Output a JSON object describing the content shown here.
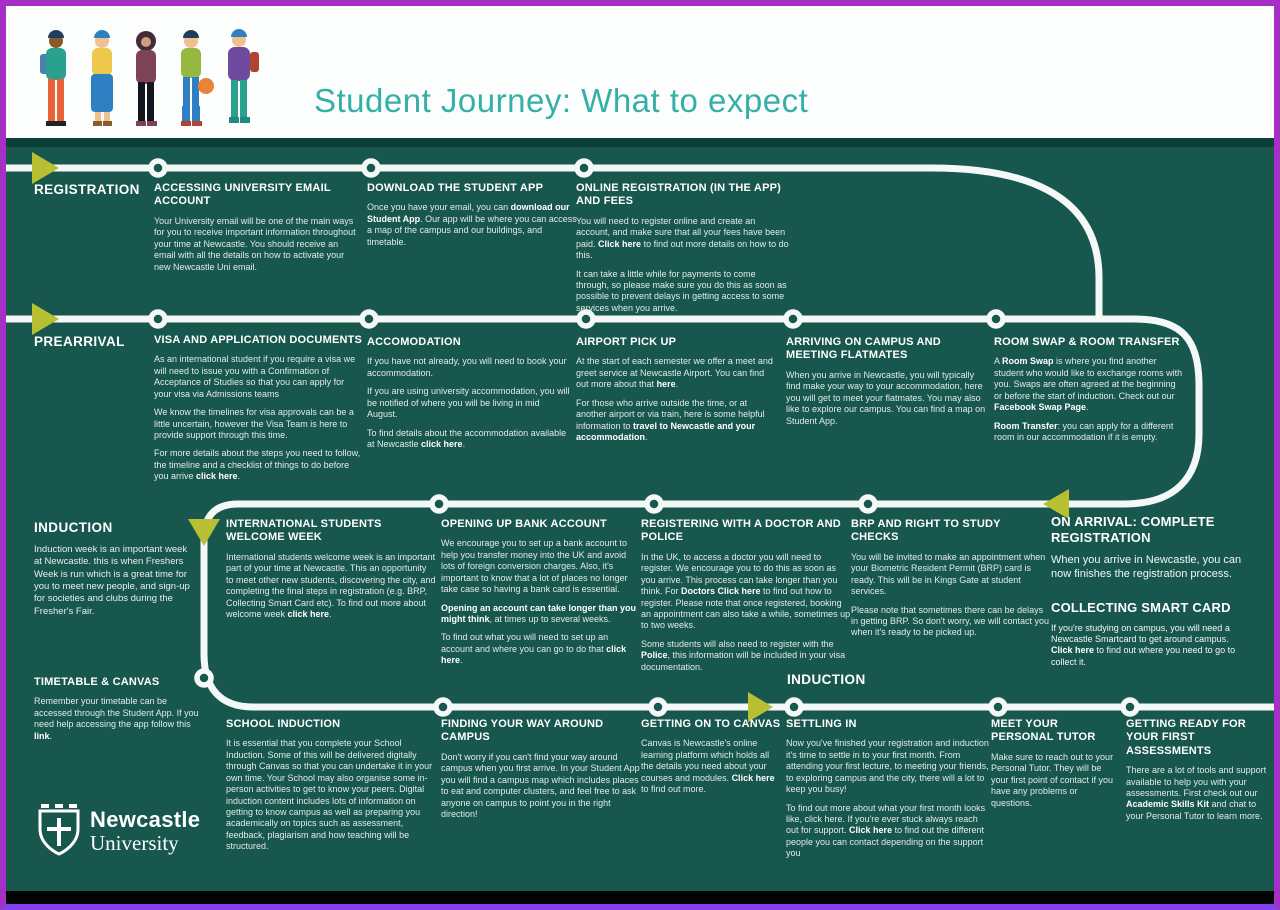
{
  "header": {
    "title": "Student Journey: What to expect"
  },
  "logo": {
    "line1": "Newcastle",
    "line2": "University"
  },
  "colors": {
    "background_teal": "#18574e",
    "title_teal": "#35b0a6",
    "path_white": "#f4f8f7",
    "arrow_yellow": "#b9bf33",
    "border_purple": "#a62fc6",
    "header_white": "#fcfdfd"
  },
  "stages": {
    "registration": {
      "label": "REGISTRATION"
    },
    "prearrival": {
      "label": "PREARRIVAL"
    },
    "induction": {
      "label": "INDUCTION",
      "body": "Induction week is an important week at Newcastle. this is when Freshers Week is run which is a great time for you to meet new people, and sign-up for societies and clubs during the Fresher's Fair."
    },
    "induction2": {
      "label": "INDUCTION"
    }
  },
  "sections": {
    "email": {
      "title": "ACCESSING UNIVERSITY EMAIL ACCOUNT",
      "p1": "Your University email will be one of the main ways for you to receive important information throughout your time at Newcastle. You should receive an email with all the details on how to activate your new Newcastle Uni email."
    },
    "app": {
      "title": "DOWNLOAD THE STUDENT APP",
      "p1": "Once you have your email, you can **download our Student App**. Our app will be where you can access a map of the campus and our buildings, and timetable."
    },
    "online_reg": {
      "title": "ONLINE REGISTRATION (IN THE APP) AND FEES",
      "p1": "You will need to register online and create an account, and make sure that all your fees have been paid. **Click here** to find out more details on how to do this.",
      "p2": "It can take a little while for payments to come through, so please make sure you do this as soon as possible to prevent delays in getting access to some services when you arrive."
    },
    "visa": {
      "title": "VISA AND APPLICATION DOCUMENTS",
      "p1": "As an international student if you require a visa we will need to issue you with a Confirmation of Acceptance of Studies so that you can apply for your visa via Admissions teams",
      "p2": "We know the timelines for visa approvals can be a little uncertain, however the Visa Team is here to provide support through this time.",
      "p3": "For more details about the steps you need to follow, the timeline and a checklist of things to do before you arrive **click here**."
    },
    "accommodation": {
      "title": "ACCOMODATION",
      "p1": "If you have not already, you will need to book your accommodation.",
      "p2": "If you are using university accommodation, you will be notified of where you will be living in mid August.",
      "p3": "To find details about the accommodation available at Newcastle **click here**."
    },
    "airport": {
      "title": "AIRPORT PICK UP",
      "p1": "At the start of each semester we offer a meet and greet service at Newcastle Airport. You can find out more about that **here**.",
      "p2": "For those who arrive outside the time, or at another airport or via train,  here is some helpful information to **travel to Newcastle and your accommodation**."
    },
    "arriving": {
      "title": "ARRIVING ON CAMPUS AND MEETING FLATMATES",
      "p1": "When you arrive in Newcastle, you will typically find make your way to your accommodation, here you will get to meet your flatmates. You may also like to explore our campus. You can find a map on Student App."
    },
    "room_swap": {
      "title": "ROOM SWAP & ROOM TRANSFER",
      "p1": "A **Room Swap** is where you find another student who would like to exchange rooms with you. Swaps are often agreed at the beginning or before the start of induction. Check out our **Facebook Swap Page**.",
      "p2": "**Room Transfer**:  you can apply for a different room in our accommodation if it is empty."
    },
    "intl_welcome": {
      "title": "INTERNATIONAL STUDENTS WELCOME WEEK",
      "p1": "International students welcome week is an important part of your time at Newcastle. This an opportunity to meet other new students, discovering the city, and completing the final steps in registration (e.g. BRP, Collecting Smart Card etc). To find out more about welcome week **click here**."
    },
    "bank": {
      "title": "OPENING UP BANK ACCOUNT",
      "p1": "We encourage you to set up a bank account to help you transfer money into the UK and avoid lots of foreign conversion charges. Also, it's important to know that a lot of places no longer take case so having a bank card is essential.",
      "p2": "**Opening an account can take longer than you might think**, at times up to several weeks.",
      "p3": "To find out what you will need to set up an account and where you can go to do that **click here**."
    },
    "doctor": {
      "title": "REGISTERING WITH A DOCTOR AND POLICE",
      "p1": "In the UK, to access a doctor you will need to register. We encourage you to do this as soon as you arrive. This process can take longer than you think. For **Doctors Click here** to find out how to register. Please note that once registered, booking an appointment can also take a while, sometimes up to two weeks.",
      "p2": "Some students will also need to register with the **Police**, this information will be included in your visa documentation."
    },
    "brp": {
      "title": "BRP AND RIGHT TO STUDY CHECKS",
      "p1": "You will be invited to make an appointment when your Biometric Resident Permit (BRP) card is ready. This will be in Kings Gate at student services.",
      "p2": "Please note that sometimes there can be delays in getting BRP. So don't worry, we will contact you when it's ready to be picked up."
    },
    "on_arrival": {
      "title": "ON ARRIVAL: COMPLETE REGISTRATION",
      "p1": "When you arrive in Newcastle, you can now finishes the registration process."
    },
    "smart_card": {
      "title": "COLLECTING SMART CARD",
      "p1": "If you're studying on campus, you will need a Newcastle Smartcard to get around campus. **Click here** to find out where you need to go to collect it."
    },
    "timetable": {
      "title": "TIMETABLE & CANVAS",
      "p1": "Remember your timetable can be accessed through the Student App. If you need help accessing the app follow this **link**."
    },
    "school": {
      "title": "SCHOOL INDUCTION",
      "p1": "It is essential that you complete your School Induction. Some of this will be delivered digitally through Canvas so that you can undertake it in your own time. Your School may also organise some in-person activities to get to know your peers. Digital induction content includes lots of information on getting to know campus as well as preparing you academically on topics such as assessment, feedback, plagiarism and how teaching will be structured."
    },
    "finding": {
      "title": "FINDING YOUR WAY AROUND CAMPUS",
      "p1": "Don't worry if you can't find your way around campus when you first arrive. In your Student App you will find a campus map which includes places to eat and computer clusters, and feel free to ask anyone on campus to point you in the right direction!"
    },
    "canvas": {
      "title": "GETTING ON TO CANVAS",
      "p1": "Canvas is Newcastle's online learning platform which holds all the details you need about your courses and modules. **Click here** to find out more."
    },
    "settling": {
      "title": "SETTLING IN",
      "p1": "Now you've finished your registration and induction it's time to settle in to your first month. From attending your first lecture, to meeting your friends, to exploring campus and the city, there will a lot to keep you busy!",
      "p2": "To find out more about what your first month looks like, click here. If you're ever stuck always reach out for support. **Click here** to find out the different people you can contact depending on the support you"
    },
    "tutor": {
      "title": "MEET YOUR PERSONAL TUTOR",
      "p1": "Make sure to reach out to your Personal Tutor. They will be your first point of contact if you have any problems or questions."
    },
    "assessments": {
      "title": "GETTING READY FOR YOUR FIRST ASSESSMENTS",
      "p1": "There are a lot of tools and support available to help you with your assessments. First check out our **Academic Skills Kit** and chat to your Personal Tutor to learn more."
    }
  }
}
